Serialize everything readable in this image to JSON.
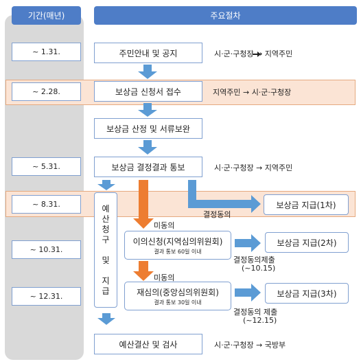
{
  "headers": {
    "period": "기간(매년)",
    "procedure": "주요절차"
  },
  "rows": [
    {
      "period": "~ 1.31.",
      "step": "주민안내 및 공지",
      "direction": "시·군·구청장 → 지역주민"
    },
    {
      "period": "~ 2.28.",
      "step": "보상금 신청서 접수",
      "direction": "지역주민 → 시·군·구청장"
    },
    {
      "step": "보상금 산정 및 서류보완"
    },
    {
      "period": "~ 5.31.",
      "step": "보상금 결정결과 통보",
      "direction": "시·군·구청장 → 지역주민"
    },
    {
      "period": "~ 8.31."
    },
    {
      "period": "~ 10.31."
    },
    {
      "period": "~ 12.31."
    },
    {
      "step": "예산결산 및 검사",
      "direction": "시·군·구청장 → 국방부"
    }
  ],
  "budget_box": [
    "예",
    "산",
    "청",
    "구",
    "",
    "및",
    "",
    "지",
    "급"
  ],
  "objection": {
    "title": "이의신청(지역심의위원회)",
    "sub": "결과 통보 60일 이내"
  },
  "review": {
    "title": "재심의(중앙심의위원회)",
    "sub": "결과 통보 30일 이내"
  },
  "payments": [
    "보상금 지급(1차)",
    "보상금 지급(2차)",
    "보상금 지급(3차)"
  ],
  "labels": {
    "agree": "결정동의",
    "disagree1": "미동의",
    "disagree2": "미동의",
    "submit2": "결정동의제출",
    "deadline2": "(~10.15)",
    "submit3": "결정동의 제출",
    "deadline3": "(~12.15)"
  },
  "colors": {
    "header": "#4e7dc7",
    "blue_arrow": "#5b9bd5",
    "orange_arrow": "#ed7d31",
    "band": "#fbe4d5"
  }
}
